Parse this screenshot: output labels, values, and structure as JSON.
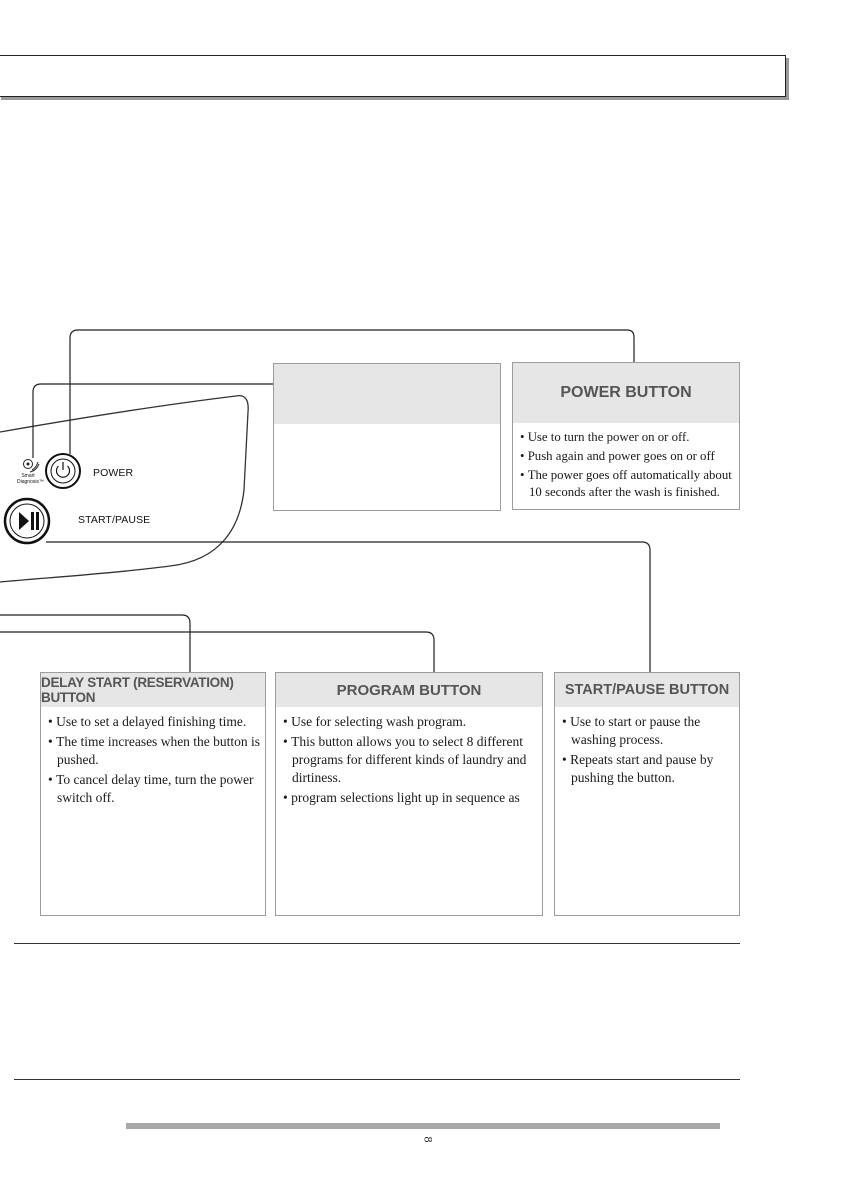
{
  "panel": {
    "smart_diagnosis_label": "Smart Diagnosis™",
    "power_label": "POWER",
    "start_pause_label": "START/PAUSE"
  },
  "boxes": {
    "unlabeled": {
      "title": "",
      "items": []
    },
    "power": {
      "title": "POWER BUTTON",
      "items": [
        "Use to turn the power on or off.",
        "Push again and power goes on or off",
        "The power goes off automatically about 10 seconds after the wash is finished."
      ]
    },
    "delay_start": {
      "title": "DELAY START (RESERVATION) BUTTON",
      "items": [
        "Use to set a delayed finishing time.",
        "The time increases when the button is pushed.",
        "To cancel delay time, turn the power switch off."
      ]
    },
    "program": {
      "title": "PROGRAM BUTTON",
      "items": [
        "Use for selecting wash program.",
        "This button allows you to  select 8 different  programs for  different kinds  of laundry and dirtiness.",
        "program selections light up in sequence as"
      ]
    },
    "start_pause": {
      "title": "START/PAUSE BUTTON",
      "items": [
        "Use to start or pause the washing process.",
        "Repeats start and pause by pushing the button."
      ]
    }
  },
  "footer": {
    "page_number": "8"
  },
  "colors": {
    "box_header_bg": "#e6e6e6",
    "box_border": "#9c9c9c",
    "line": "#222222"
  }
}
